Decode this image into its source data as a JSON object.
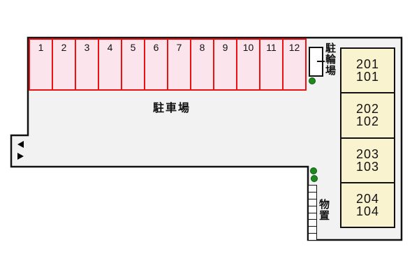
{
  "diagram": {
    "kind": "property-site-layout",
    "colors": {
      "ground": "#f2f2f2",
      "outline": "#111111",
      "parking_fill": "#fce4ec",
      "parking_border": "#ee1111",
      "building_fill": "#faf3d0",
      "tree_green": "#1e8a1e"
    }
  },
  "parking_lot": {
    "label": "駐車場",
    "spaces": [
      "1",
      "2",
      "3",
      "4",
      "5",
      "6",
      "7",
      "8",
      "9",
      "10",
      "11",
      "12"
    ]
  },
  "bicycle_parking": {
    "label": "駐輪場"
  },
  "storage": {
    "label": "物置",
    "cell_count": 8
  },
  "building": {
    "units": [
      {
        "upper": "201",
        "lower": "101"
      },
      {
        "upper": "202",
        "lower": "102"
      },
      {
        "upper": "203",
        "lower": "103"
      },
      {
        "upper": "204",
        "lower": "104"
      }
    ]
  },
  "trees": {
    "count": 3
  },
  "arrows": {
    "directions": [
      "left",
      "right"
    ]
  }
}
